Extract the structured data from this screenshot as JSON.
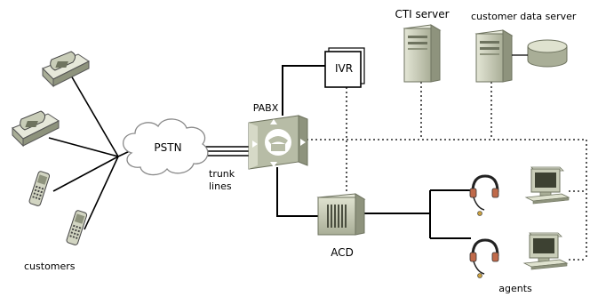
{
  "labels": {
    "customers": "customers",
    "pstn": "PSTN",
    "trunk_lines": [
      "trunk",
      "lines"
    ],
    "pabx": "PABX",
    "ivr": "IVR",
    "cti_server": "CTI server",
    "customer_data_server": "customer data server",
    "acd": "ACD",
    "agents": "agents"
  },
  "icons": {
    "desk_phones": [
      "desk-phone-icon",
      "desk-phone-icon"
    ],
    "mobile_phones": [
      "mobile-phone-icon",
      "mobile-phone-icon"
    ],
    "cloud": "cloud-icon",
    "pabx": "pabx-switch-icon",
    "ivr": "ivr-box-icon",
    "servers": [
      "server-tower-icon",
      "server-tower-icon"
    ],
    "database": "database-disk-icon",
    "acd": "acd-unit-icon",
    "headsets": [
      "headset-icon",
      "headset-icon"
    ],
    "workstations": [
      "computer-workstation-icon",
      "computer-workstation-icon"
    ]
  },
  "colors": {
    "device_fill": "#c9cdb8",
    "device_dark": "#8e937d",
    "pabx_fill": "#b7bca6",
    "cloud_fill": "#ffffff",
    "line": "#000000"
  },
  "connections": {
    "solid": [
      "customers-to-pstn",
      "pstn-to-pabx-trunk",
      "pabx-to-ivr",
      "pabx-to-acd",
      "acd-to-agents"
    ],
    "dashed": [
      "pabx-to-cti-server",
      "pabx-to-customer-data-server",
      "ivr-to-acd",
      "data-network-to-agents"
    ]
  }
}
